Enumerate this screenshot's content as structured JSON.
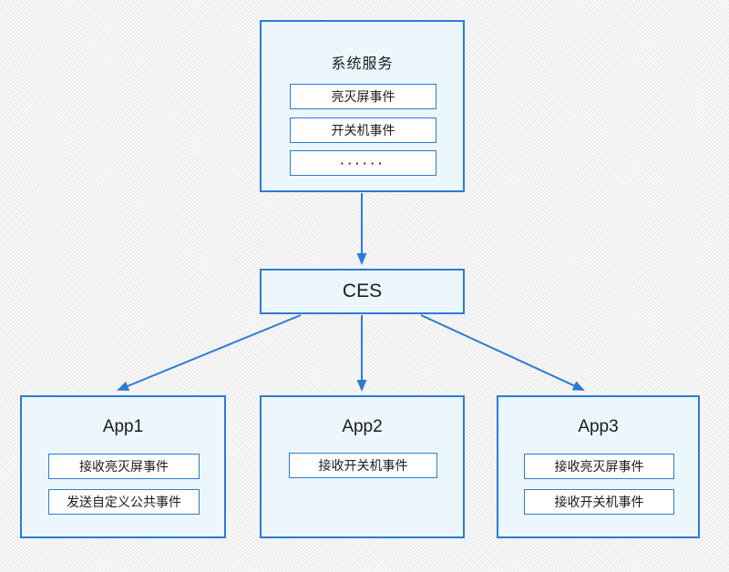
{
  "diagram": {
    "background_color": "#f3f3f3",
    "accent_color": "#2b7cd5",
    "node_fill_color": "#ecf6fd",
    "item_fill_color": "#ffffff",
    "text_color": "#1c1c1c",
    "system_service": {
      "title": "系统服务",
      "events": [
        "亮灭屏事件",
        "开关机事件",
        "······"
      ]
    },
    "ces": {
      "label": "CES"
    },
    "apps": [
      {
        "title": "App1",
        "items": [
          "接收亮灭屏事件",
          "发送自定义公共事件"
        ]
      },
      {
        "title": "App2",
        "items": [
          "接收开关机事件"
        ]
      },
      {
        "title": "App3",
        "items": [
          "接收亮灭屏事件",
          "接收开关机事件"
        ]
      }
    ]
  }
}
